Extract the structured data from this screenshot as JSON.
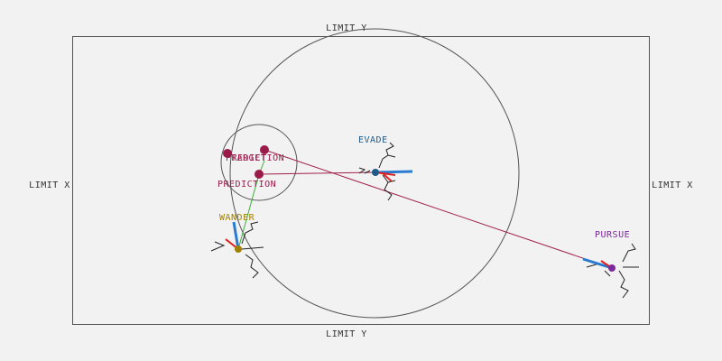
{
  "limits": {
    "top": "LIMIT Y",
    "bottom": "LIMIT Y",
    "left": "LIMIT X",
    "right": "LIMIT X"
  },
  "labels": {
    "evade": "EVADE",
    "pursue": "PURSUE",
    "wander": "WANDER",
    "prediction_a": "PREDICTION",
    "prediction_b": "PREDICTION",
    "target": "TARGET"
  },
  "colors": {
    "background": "#f2f2f2",
    "limit_lines": "#555555",
    "limit_text": "#333333",
    "evade": "#1e5a8a",
    "pursue": "#7a2a9a",
    "wander": "#a08000",
    "prediction": "#9a1a4a",
    "prediction_line": "#a0204a",
    "wander_line": "#3ab03a",
    "velocity": "#2a7ad0",
    "force": "#e02020"
  }
}
